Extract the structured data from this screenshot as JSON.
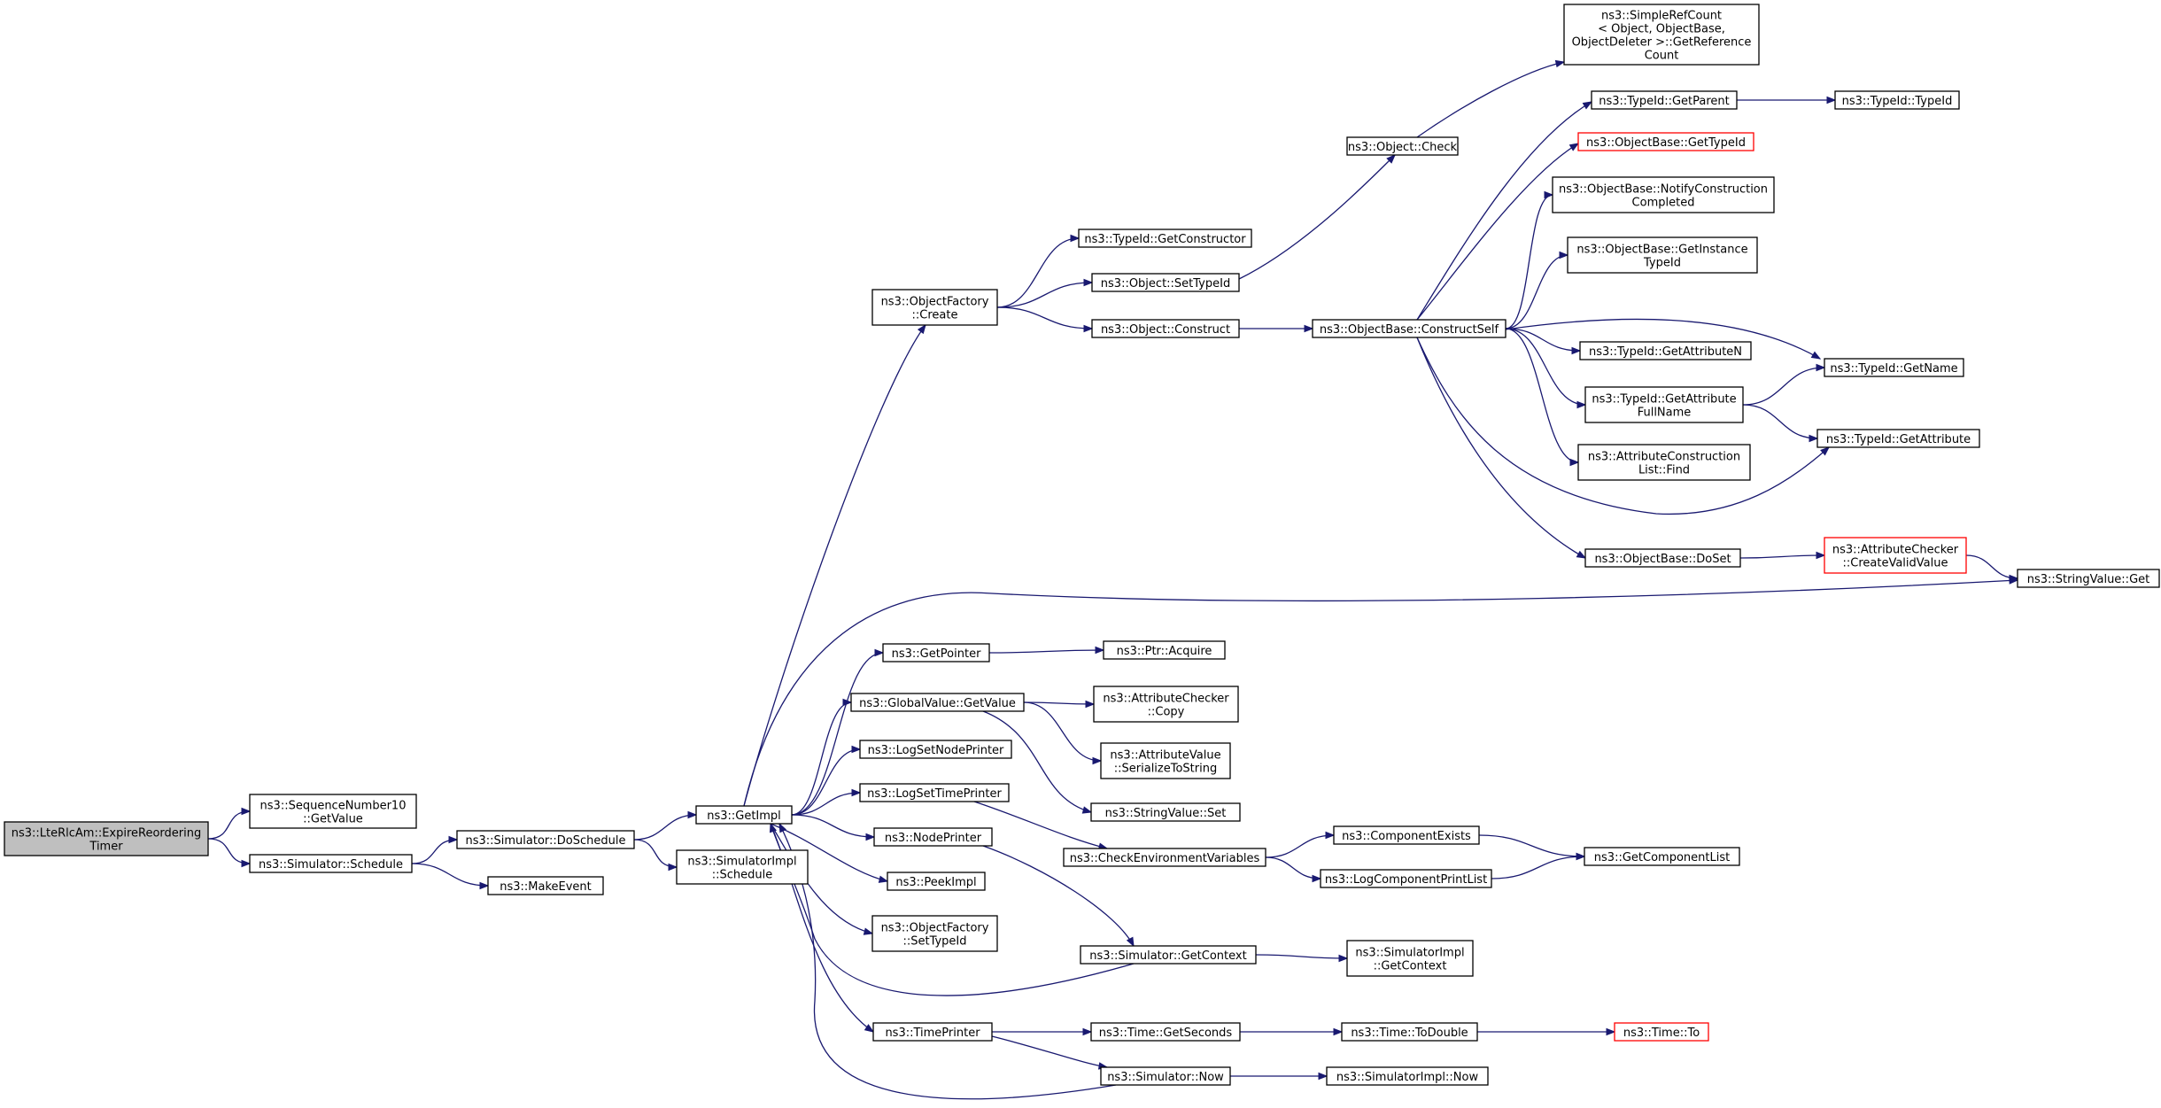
{
  "diagram": {
    "type": "call-graph",
    "colors": {
      "edge": "#191970",
      "root_fill": "#bfbfbf",
      "node_border": "#000000",
      "truncated_border": "#ff0000"
    },
    "nodes": [
      {
        "id": "root",
        "lines": [
          "ns3::LteRlcAm::ExpireReordering",
          "Timer"
        ],
        "style": "root"
      },
      {
        "id": "seqGet",
        "lines": [
          "ns3::SequenceNumber10",
          "::GetValue"
        ]
      },
      {
        "id": "schedule",
        "lines": [
          "ns3::Simulator::Schedule"
        ]
      },
      {
        "id": "doSchedule",
        "lines": [
          "ns3::Simulator::DoSchedule"
        ]
      },
      {
        "id": "makeEvent",
        "lines": [
          "ns3::MakeEvent"
        ]
      },
      {
        "id": "getImpl",
        "lines": [
          "ns3::GetImpl"
        ]
      },
      {
        "id": "simImplSchedule",
        "lines": [
          "ns3::SimulatorImpl",
          "::Schedule"
        ]
      },
      {
        "id": "ofCreate",
        "lines": [
          "ns3::ObjectFactory",
          "::Create"
        ]
      },
      {
        "id": "getConstructor",
        "lines": [
          "ns3::TypeId::GetConstructor"
        ]
      },
      {
        "id": "setTypeId",
        "lines": [
          "ns3::Object::SetTypeId"
        ]
      },
      {
        "id": "construct",
        "lines": [
          "ns3::Object::Construct"
        ]
      },
      {
        "id": "check",
        "lines": [
          "ns3::Object::Check"
        ]
      },
      {
        "id": "simpleRef",
        "lines": [
          "ns3::SimpleRefCount",
          "< Object, ObjectBase,",
          "ObjectDeleter >::GetReference",
          "Count"
        ]
      },
      {
        "id": "constructSelf",
        "lines": [
          "ns3::ObjectBase::ConstructSelf"
        ]
      },
      {
        "id": "getParent",
        "lines": [
          "ns3::TypeId::GetParent"
        ]
      },
      {
        "id": "typeIdTypeId",
        "lines": [
          "ns3::TypeId::TypeId"
        ]
      },
      {
        "id": "obGetTypeId",
        "lines": [
          "ns3::ObjectBase::GetTypeId"
        ],
        "style": "red"
      },
      {
        "id": "notify",
        "lines": [
          "ns3::ObjectBase::NotifyConstruction",
          "Completed"
        ]
      },
      {
        "id": "getInstance",
        "lines": [
          "ns3::ObjectBase::GetInstance",
          "TypeId"
        ]
      },
      {
        "id": "getAttrN",
        "lines": [
          "ns3::TypeId::GetAttributeN"
        ]
      },
      {
        "id": "getName",
        "lines": [
          "ns3::TypeId::GetName"
        ]
      },
      {
        "id": "getAttrFull",
        "lines": [
          "ns3::TypeId::GetAttribute",
          "FullName"
        ]
      },
      {
        "id": "getAttr",
        "lines": [
          "ns3::TypeId::GetAttribute"
        ]
      },
      {
        "id": "acFind",
        "lines": [
          "ns3::AttributeConstruction",
          "List::Find"
        ]
      },
      {
        "id": "doSet",
        "lines": [
          "ns3::ObjectBase::DoSet"
        ]
      },
      {
        "id": "createValid",
        "lines": [
          "ns3::AttributeChecker",
          "::CreateValidValue"
        ],
        "style": "red"
      },
      {
        "id": "svGet",
        "lines": [
          "ns3::StringValue::Get"
        ]
      },
      {
        "id": "getPointer",
        "lines": [
          "ns3::GetPointer"
        ]
      },
      {
        "id": "ptrAcquire",
        "lines": [
          "ns3::Ptr::Acquire"
        ]
      },
      {
        "id": "gvGetValue",
        "lines": [
          "ns3::GlobalValue::GetValue"
        ]
      },
      {
        "id": "acCopy",
        "lines": [
          "ns3::AttributeChecker",
          "::Copy"
        ]
      },
      {
        "id": "avSerialize",
        "lines": [
          "ns3::AttributeValue",
          "::SerializeToString"
        ]
      },
      {
        "id": "svSet",
        "lines": [
          "ns3::StringValue::Set"
        ]
      },
      {
        "id": "logNode",
        "lines": [
          "ns3::LogSetNodePrinter"
        ]
      },
      {
        "id": "logTime",
        "lines": [
          "ns3::LogSetTimePrinter"
        ]
      },
      {
        "id": "nodePrinter",
        "lines": [
          "ns3::NodePrinter"
        ]
      },
      {
        "id": "peekImpl",
        "lines": [
          "ns3::PeekImpl"
        ]
      },
      {
        "id": "ofSetTypeId",
        "lines": [
          "ns3::ObjectFactory",
          "::SetTypeId"
        ]
      },
      {
        "id": "checkEnv",
        "lines": [
          "ns3::CheckEnvironmentVariables"
        ]
      },
      {
        "id": "compExists",
        "lines": [
          "ns3::ComponentExists"
        ]
      },
      {
        "id": "logCompPrint",
        "lines": [
          "ns3::LogComponentPrintList"
        ]
      },
      {
        "id": "getCompList",
        "lines": [
          "ns3::GetComponentList"
        ]
      },
      {
        "id": "simGetContext",
        "lines": [
          "ns3::Simulator::GetContext"
        ]
      },
      {
        "id": "simImplGetContext",
        "lines": [
          "ns3::SimulatorImpl",
          "::GetContext"
        ]
      },
      {
        "id": "timePrinter",
        "lines": [
          "ns3::TimePrinter"
        ]
      },
      {
        "id": "getSeconds",
        "lines": [
          "ns3::Time::GetSeconds"
        ]
      },
      {
        "id": "toDouble",
        "lines": [
          "ns3::Time::ToDouble"
        ]
      },
      {
        "id": "timeTo",
        "lines": [
          "ns3::Time::To"
        ],
        "style": "red"
      },
      {
        "id": "simNow",
        "lines": [
          "ns3::Simulator::Now"
        ]
      },
      {
        "id": "simImplNow",
        "lines": [
          "ns3::SimulatorImpl::Now"
        ]
      }
    ],
    "edges": [
      [
        "root",
        "seqGet"
      ],
      [
        "root",
        "schedule"
      ],
      [
        "schedule",
        "doSchedule"
      ],
      [
        "schedule",
        "makeEvent"
      ],
      [
        "doSchedule",
        "getImpl"
      ],
      [
        "doSchedule",
        "simImplSchedule"
      ],
      [
        "getImpl",
        "ofCreate"
      ],
      [
        "ofCreate",
        "getConstructor"
      ],
      [
        "ofCreate",
        "setTypeId"
      ],
      [
        "ofCreate",
        "construct"
      ],
      [
        "setTypeId",
        "check"
      ],
      [
        "check",
        "simpleRef"
      ],
      [
        "construct",
        "constructSelf"
      ],
      [
        "constructSelf",
        "getParent"
      ],
      [
        "getParent",
        "typeIdTypeId"
      ],
      [
        "constructSelf",
        "obGetTypeId"
      ],
      [
        "constructSelf",
        "notify"
      ],
      [
        "constructSelf",
        "getInstance"
      ],
      [
        "constructSelf",
        "getName"
      ],
      [
        "constructSelf",
        "getAttrN"
      ],
      [
        "constructSelf",
        "getAttrFull"
      ],
      [
        "getAttrFull",
        "getName"
      ],
      [
        "getAttrFull",
        "getAttr"
      ],
      [
        "constructSelf",
        "acFind"
      ],
      [
        "constructSelf",
        "getAttr"
      ],
      [
        "constructSelf",
        "doSet"
      ],
      [
        "doSet",
        "createValid"
      ],
      [
        "createValid",
        "svGet"
      ],
      [
        "getImpl",
        "svGet"
      ],
      [
        "getImpl",
        "getPointer"
      ],
      [
        "getPointer",
        "ptrAcquire"
      ],
      [
        "getImpl",
        "gvGetValue"
      ],
      [
        "gvGetValue",
        "acCopy"
      ],
      [
        "gvGetValue",
        "avSerialize"
      ],
      [
        "gvGetValue",
        "svSet"
      ],
      [
        "getImpl",
        "logNode"
      ],
      [
        "getImpl",
        "logTime"
      ],
      [
        "logTime",
        "checkEnv"
      ],
      [
        "getImpl",
        "nodePrinter"
      ],
      [
        "nodePrinter",
        "simGetContext"
      ],
      [
        "getImpl",
        "peekImpl"
      ],
      [
        "getImpl",
        "ofSetTypeId"
      ],
      [
        "checkEnv",
        "compExists"
      ],
      [
        "checkEnv",
        "logCompPrint"
      ],
      [
        "compExists",
        "getCompList"
      ],
      [
        "logCompPrint",
        "getCompList"
      ],
      [
        "simGetContext",
        "getImpl"
      ],
      [
        "simGetContext",
        "simImplGetContext"
      ],
      [
        "getImpl",
        "timePrinter"
      ],
      [
        "timePrinter",
        "getSeconds"
      ],
      [
        "timePrinter",
        "simNow"
      ],
      [
        "getSeconds",
        "toDouble"
      ],
      [
        "toDouble",
        "timeTo"
      ],
      [
        "simNow",
        "getImpl"
      ],
      [
        "simNow",
        "simImplNow"
      ]
    ]
  }
}
